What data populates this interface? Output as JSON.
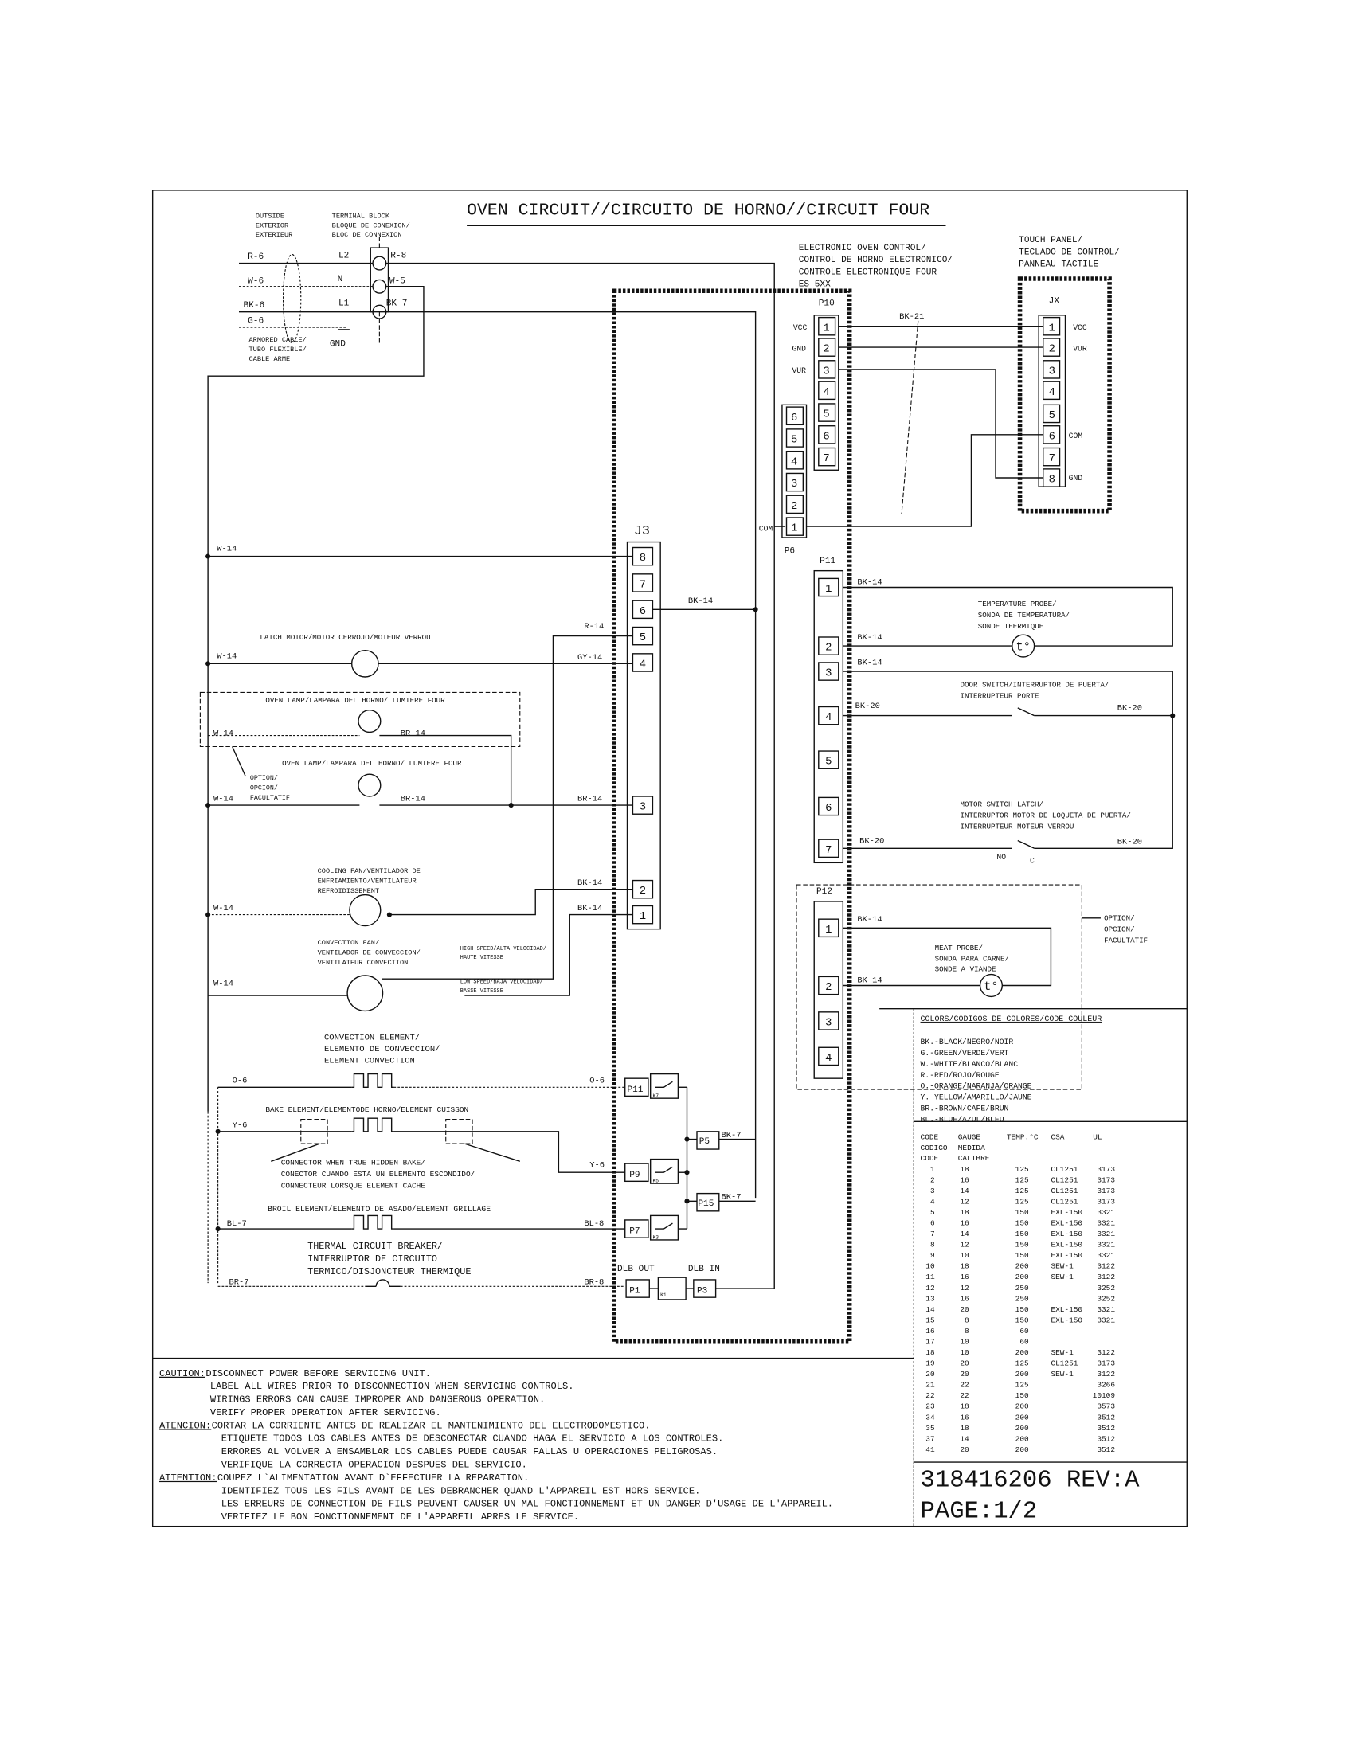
{
  "title": "OVEN CIRCUIT//CIRCUITO DE HORNO//CIRCUIT FOUR",
  "supply": {
    "outside": [
      "OUTSIDE",
      "EXTERIOR",
      "EXTERIEUR"
    ],
    "terminal_block": [
      "TERMINAL BLOCK",
      "BLOQUE DE CONEXION/",
      "BLOC DE CONNEXION"
    ],
    "armored": [
      "ARMORED CABLE/",
      "TUBO FLEXIBLE/",
      "CABLE ARME"
    ],
    "in_wires": [
      "R-6",
      "W-6",
      "BK-6",
      "G-6"
    ],
    "terminals": [
      "L2",
      "N",
      "L1"
    ],
    "out_wires": [
      "R-8",
      "W-5",
      "BK-7"
    ],
    "gnd": "GND"
  },
  "control": {
    "title": [
      "ELECTRONIC OVEN CONTROL/",
      "CONTROL DE HORNO ELECTRONICO/",
      "CONTROLE ELECTRONIQUE FOUR",
      "ES 5XX"
    ],
    "p10": {
      "label": "P10",
      "pins": [
        "1",
        "2",
        "3",
        "4",
        "5",
        "6",
        "7"
      ],
      "signals": [
        "VCC",
        "GND",
        "VUR"
      ]
    },
    "p6": {
      "label": "P6",
      "pins": [
        "6",
        "5",
        "4",
        "3",
        "2",
        "1"
      ],
      "com": "COM"
    },
    "bk21": "BK-21",
    "j3": {
      "label": "J3",
      "pins": [
        "8",
        "7",
        "6",
        "5",
        "4",
        "3",
        "2",
        "1"
      ]
    },
    "p11": {
      "label": "P11",
      "pins": [
        "1",
        "2",
        "3",
        "4",
        "5",
        "6",
        "7"
      ]
    },
    "p12": {
      "label": "P12",
      "pins": [
        "1",
        "2",
        "3",
        "4"
      ]
    }
  },
  "touch_panel": {
    "title": [
      "TOUCH PANEL/",
      "TECLADO DE CONTROL/",
      "PANNEAU TACTILE"
    ],
    "label": "JX",
    "pins": [
      "1",
      "2",
      "3",
      "4",
      "5",
      "6",
      "7",
      "8"
    ],
    "signals": [
      "VCC",
      "VUR",
      "COM",
      "GND"
    ]
  },
  "wires": {
    "w14": "W-14",
    "bk14": "BK-14",
    "r14": "R-14",
    "gy14": "GY-14",
    "br14": "BR-14",
    "bk20": "BK-20",
    "bk7": "BK-7",
    "o6": "O-6",
    "y6": "Y-6",
    "bl7": "BL-7",
    "bl8": "BL-8",
    "br7": "BR-7",
    "br8": "BR-8"
  },
  "loads": {
    "latch_motor": "LATCH MOTOR/MOTOR CERROJO/MOTEUR VERROU",
    "oven_lamp": "OVEN LAMP/LAMPARA DEL HORNO/ LUMIERE FOUR",
    "option": [
      "OPTION/",
      "OPCION/",
      "FACULTATIF"
    ],
    "cooling_fan": [
      "COOLING FAN/VENTILADOR DE",
      "ENFRIAMIENTO/VENTILATEUR",
      "REFROIDISSEMENT"
    ],
    "convection_fan": [
      "CONVECTION FAN/",
      "VENTILADOR DE CONVECCION/",
      "VENTILATEUR CONVECTION"
    ],
    "high_speed": [
      "HIGH SPEED/ALTA VELOCIDAD/",
      "HAUTE VITESSE"
    ],
    "low_speed": [
      "LOW SPEED/BAJA VELOCIDAD/",
      "BASSE VITESSE"
    ],
    "temp_probe": [
      "TEMPERATURE PROBE/",
      "SONDA DE TEMPERATURA/",
      "SONDE THERMIQUE"
    ],
    "door_switch": [
      "DOOR SWITCH/INTERRUPTOR DE PUERTA/",
      "INTERRUPTEUR PORTE"
    ],
    "motor_switch": [
      "MOTOR SWITCH LATCH/",
      "INTERRUPTOR MOTOR DE LOQUETA DE PUERTA/",
      "INTERRUPTEUR MOTEUR VERROU"
    ],
    "no": "NO",
    "c": "C",
    "meat_probe": [
      "MEAT PROBE/",
      "SONDA PARA CARNE/",
      "SONDE A VIANDE"
    ],
    "probe_symbol": "t°"
  },
  "elements": {
    "convection": [
      "CONVECTION ELEMENT/",
      "ELEMENTO DE CONVECCION/",
      "ELEMENT CONVECTION"
    ],
    "bake": "BAKE ELEMENT/ELEMENTODE HORNO/ELEMENT CUISSON",
    "connector": [
      "CONNECTOR WHEN TRUE HIDDEN BAKE/",
      "CONECTOR CUANDO ESTA UN ELEMENTO ESCONDIDO/",
      "CONNECTEUR LORSQUE ELEMENT CACHE"
    ],
    "broil": "BROIL ELEMENT/ELEMENTO DE ASADO/ELEMENT GRILLAGE",
    "thermal": [
      "THERMAL CIRCUIT BREAKER/",
      "INTERRUPTOR DE CIRCUITO",
      "TERMICO/DISJONCTEUR THERMIQUE"
    ],
    "relays": {
      "p11": "P11",
      "p9": "P9",
      "p7": "P7",
      "p5": "P5",
      "p15": "P15",
      "p1": "P1",
      "p3": "P3",
      "k7": "K7",
      "k5": "K5",
      "k3": "K3",
      "k1": "K1"
    },
    "dlb_out": "DLB OUT",
    "dlb_in": "DLB IN"
  },
  "caution": [
    {
      "head": "CAUTION:",
      "lines": [
        "DISCONNECT POWER BEFORE SERVICING UNIT.",
        "LABEL ALL WIRES PRIOR TO DISCONNECTION WHEN SERVICING CONTROLS.",
        "WIRINGS ERRORS CAN CAUSE IMPROPER AND DANGEROUS OPERATION.",
        "VERIFY PROPER OPERATION AFTER SERVICING."
      ]
    },
    {
      "head": "ATENCION:",
      "lines": [
        "CORTAR LA CORRIENTE ANTES DE REALIZAR EL MANTENIMIENTO DEL ELECTRODOMESTICO.",
        "ETIQUETE TODOS LOS CABLES ANTES DE DESCONECTAR CUANDO HAGA EL SERVICIO A LOS CONTROLES.",
        "ERRORES AL VOLVER A ENSAMBLAR LOS CABLES PUEDE CAUSAR FALLAS U OPERACIONES PELIGROSAS.",
        "VERIFIQUE LA CORRECTA OPERACION DESPUES DEL SERVICIO."
      ]
    },
    {
      "head": "ATTENTION:",
      "lines": [
        "COUPEZ L`ALIMENTATION AVANT D`EFFECTUER LA REPARATION.",
        "IDENTIFIEZ TOUS LES FILS AVANT DE LES DEBRANCHER QUAND L'APPAREIL EST HORS SERVICE.",
        "LES ERREURS DE CONNECTION DE FILS PEUVENT CAUSER UN MAL FONCTIONNEMENT ET UN DANGER D'USAGE DE L'APPAREIL.",
        "VERIFIEZ LE BON FONCTIONNEMENT DE L'APPAREIL APRES LE SERVICE."
      ]
    }
  ],
  "colors": {
    "header": "COLORS/CODIGOS DE COLORES/CODE COULEUR",
    "items": [
      "BK.-BLACK/NEGRO/NOIR",
      "G.-GREEN/VERDE/VERT",
      "W.-WHITE/BLANCO/BLANC",
      "R.-RED/ROJO/ROUGE",
      "O.-ORANGE/NARANJA/ORANGE",
      "Y.-YELLOW/AMARILLO/JAUNE",
      "BR.-BROWN/CAFE/BRUN",
      "BL.-BLUE/AZUL/BLEU"
    ]
  },
  "gauge_table": {
    "headers": [
      [
        "CODE",
        "GAUGE",
        "TEMP.°C",
        "CSA",
        "UL"
      ],
      [
        "CODIGO",
        "MEDIDA",
        "",
        "",
        ""
      ],
      [
        "CODE",
        "CALIBRE",
        "",
        "",
        ""
      ]
    ],
    "rows": [
      [
        "1",
        "18",
        "125",
        "CL1251",
        "3173"
      ],
      [
        "2",
        "16",
        "125",
        "CL1251",
        "3173"
      ],
      [
        "3",
        "14",
        "125",
        "CL1251",
        "3173"
      ],
      [
        "4",
        "12",
        "125",
        "CL1251",
        "3173"
      ],
      [
        "5",
        "18",
        "150",
        "EXL-150",
        "3321"
      ],
      [
        "6",
        "16",
        "150",
        "EXL-150",
        "3321"
      ],
      [
        "7",
        "14",
        "150",
        "EXL-150",
        "3321"
      ],
      [
        "8",
        "12",
        "150",
        "EXL-150",
        "3321"
      ],
      [
        "9",
        "10",
        "150",
        "EXL-150",
        "3321"
      ],
      [
        "10",
        "18",
        "200",
        "SEW-1",
        "3122"
      ],
      [
        "11",
        "16",
        "200",
        "SEW-1",
        "3122"
      ],
      [
        "12",
        "12",
        "250",
        "",
        "3252"
      ],
      [
        "13",
        "16",
        "250",
        "",
        "3252"
      ],
      [
        "14",
        "20",
        "150",
        "EXL-150",
        "3321"
      ],
      [
        "15",
        "8",
        "150",
        "EXL-150",
        "3321"
      ],
      [
        "16",
        "8",
        "60",
        "",
        ""
      ],
      [
        "17",
        "10",
        "60",
        "",
        ""
      ],
      [
        "18",
        "10",
        "200",
        "SEW-1",
        "3122"
      ],
      [
        "19",
        "20",
        "125",
        "CL1251",
        "3173"
      ],
      [
        "20",
        "20",
        "200",
        "SEW-1",
        "3122"
      ],
      [
        "21",
        "22",
        "125",
        "",
        "3266"
      ],
      [
        "22",
        "22",
        "150",
        "",
        "10109"
      ],
      [
        "23",
        "18",
        "200",
        "",
        "3573"
      ],
      [
        "34",
        "16",
        "200",
        "",
        "3512"
      ],
      [
        "35",
        "18",
        "200",
        "",
        "3512"
      ],
      [
        "37",
        "14",
        "200",
        "",
        "3512"
      ],
      [
        "41",
        "20",
        "200",
        "",
        "3512"
      ]
    ]
  },
  "part_number": "318416206 REV:A",
  "page": "PAGE:1/2"
}
